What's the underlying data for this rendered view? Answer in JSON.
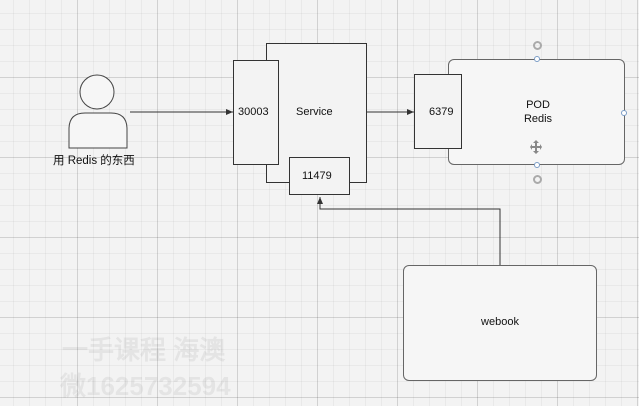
{
  "diagram": {
    "user_label": "用 Redis 的东西",
    "service": {
      "label": "Service",
      "port_node": "30003",
      "port_bottom": "11479"
    },
    "pod": {
      "title": "POD",
      "subtitle": "Redis",
      "port": "6379"
    },
    "webook": {
      "label": "webook"
    },
    "watermark": {
      "line1": "一手课程 海澳",
      "line2": "微1625732594"
    }
  },
  "colors": {
    "stroke": "#333333",
    "handle": "#7a9cc6",
    "grid": "#d9d9d9"
  }
}
